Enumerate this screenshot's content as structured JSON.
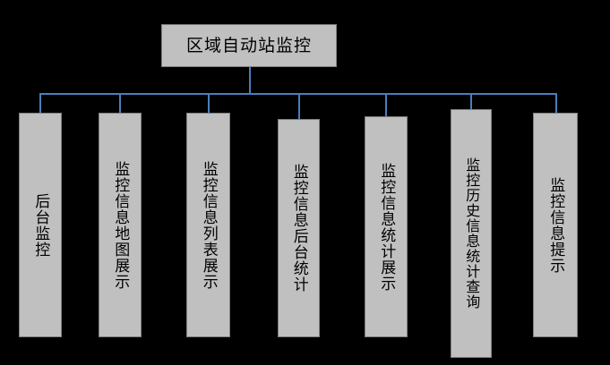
{
  "diagram": {
    "title": "区域自动站监控",
    "type": "organization-tree",
    "background_color": "#000000",
    "node_fill_color": "#c0c0c0",
    "node_border_color": "#808080",
    "connector_color": "#4a7ebb",
    "text_color": "#000000",
    "root": {
      "label": "区域自动站监控",
      "orientation": "horizontal"
    },
    "children": [
      {
        "label": "后台监控",
        "orientation": "vertical",
        "char_count": 4
      },
      {
        "label": "监控信息地图展示",
        "orientation": "vertical",
        "char_count": 8
      },
      {
        "label": "监控信息列表展示",
        "orientation": "vertical",
        "char_count": 8
      },
      {
        "label": "监控信息后台统计",
        "orientation": "vertical",
        "char_count": 8
      },
      {
        "label": "监控信息统计展示",
        "orientation": "vertical",
        "char_count": 8
      },
      {
        "label": "监控历史信息统计查询",
        "orientation": "vertical",
        "char_count": 10
      },
      {
        "label": "监控信息提示",
        "orientation": "vertical",
        "char_count": 6
      }
    ]
  }
}
